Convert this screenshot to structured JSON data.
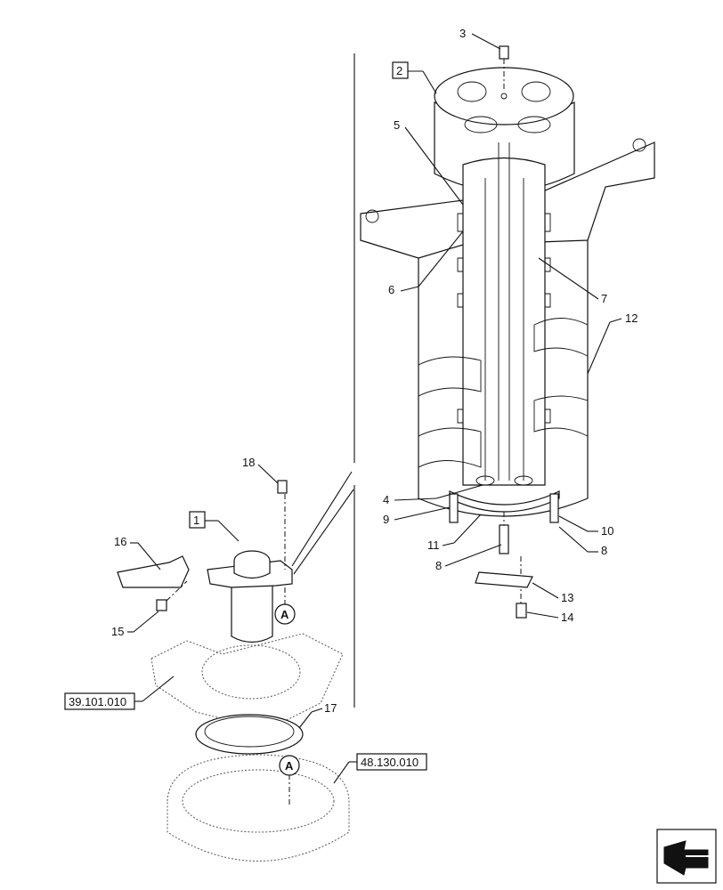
{
  "callouts": {
    "c1": "1",
    "c2": "2",
    "c3": "3",
    "c4": "4",
    "c5": "5",
    "c6": "6",
    "c7": "7",
    "c8": "8",
    "c9": "9",
    "c10": "10",
    "c11": "11",
    "c12": "12",
    "c13": "13",
    "c14": "14",
    "c15": "15",
    "c16": "16",
    "c17": "17",
    "c18": "18",
    "ref_a": "A"
  },
  "references": {
    "r1": "39.101.010",
    "r2": "48.130.010"
  },
  "icons": {
    "navigation": "navigation-arrow-icon"
  }
}
